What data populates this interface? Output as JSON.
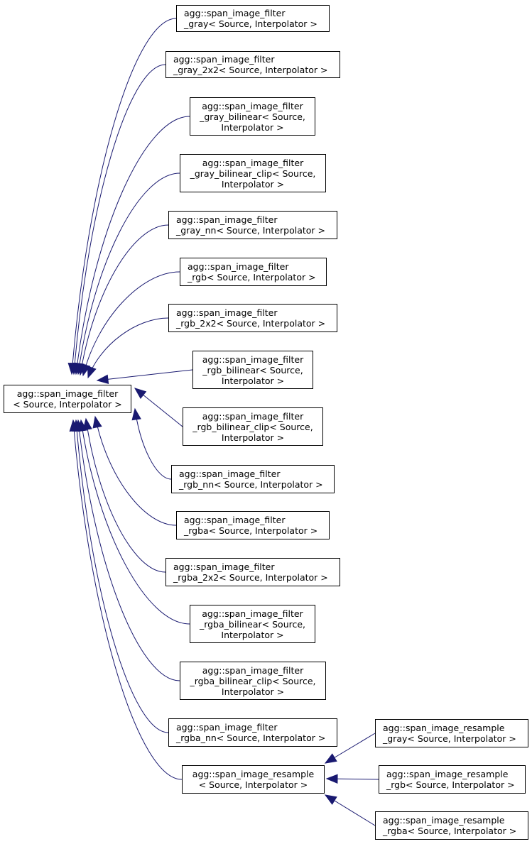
{
  "diagram": {
    "colors": {
      "edge": "#191970",
      "border": "#000000",
      "fill": "#ffffff"
    },
    "nodes": [
      {
        "id": "base",
        "lines": [
          "agg::span_image_filter",
          "< Source, Interpolator >"
        ]
      },
      {
        "id": "gray",
        "lines": [
          "agg::span_image_filter",
          "_gray< Source, Interpolator >"
        ]
      },
      {
        "id": "gray_2x2",
        "lines": [
          "agg::span_image_filter",
          "_gray_2x2< Source, Interpolator >"
        ]
      },
      {
        "id": "gray_bil",
        "lines": [
          "agg::span_image_filter",
          "_gray_bilinear< Source,",
          "Interpolator >"
        ]
      },
      {
        "id": "gray_bilc",
        "lines": [
          "agg::span_image_filter",
          "_gray_bilinear_clip< Source,",
          "Interpolator >"
        ]
      },
      {
        "id": "gray_nn",
        "lines": [
          "agg::span_image_filter",
          "_gray_nn< Source, Interpolator >"
        ]
      },
      {
        "id": "rgb",
        "lines": [
          "agg::span_image_filter",
          "_rgb< Source, Interpolator >"
        ]
      },
      {
        "id": "rgb_2x2",
        "lines": [
          "agg::span_image_filter",
          "_rgb_2x2< Source, Interpolator >"
        ]
      },
      {
        "id": "rgb_bil",
        "lines": [
          "agg::span_image_filter",
          "_rgb_bilinear< Source,",
          "Interpolator >"
        ]
      },
      {
        "id": "rgb_bilc",
        "lines": [
          "agg::span_image_filter",
          "_rgb_bilinear_clip< Source,",
          "Interpolator >"
        ]
      },
      {
        "id": "rgb_nn",
        "lines": [
          "agg::span_image_filter",
          "_rgb_nn< Source, Interpolator >"
        ]
      },
      {
        "id": "rgba",
        "lines": [
          "agg::span_image_filter",
          "_rgba< Source, Interpolator >"
        ]
      },
      {
        "id": "rgba_2x2",
        "lines": [
          "agg::span_image_filter",
          "_rgba_2x2< Source, Interpolator >"
        ]
      },
      {
        "id": "rgba_bil",
        "lines": [
          "agg::span_image_filter",
          "_rgba_bilinear< Source,",
          "Interpolator >"
        ]
      },
      {
        "id": "rgba_bilc",
        "lines": [
          "agg::span_image_filter",
          "_rgba_bilinear_clip< Source,",
          "Interpolator >"
        ]
      },
      {
        "id": "rgba_nn",
        "lines": [
          "agg::span_image_filter",
          "_rgba_nn< Source, Interpolator >"
        ]
      },
      {
        "id": "resample",
        "lines": [
          "agg::span_image_resample",
          "< Source, Interpolator >"
        ]
      },
      {
        "id": "res_gray",
        "lines": [
          "agg::span_image_resample",
          "_gray< Source, Interpolator >"
        ]
      },
      {
        "id": "res_rgb",
        "lines": [
          "agg::span_image_resample",
          "_rgb< Source, Interpolator >"
        ]
      },
      {
        "id": "res_rgba",
        "lines": [
          "agg::span_image_resample",
          "_rgba< Source, Interpolator >"
        ]
      }
    ],
    "edges": [
      {
        "from": "gray",
        "to": "base"
      },
      {
        "from": "gray_2x2",
        "to": "base"
      },
      {
        "from": "gray_bil",
        "to": "base"
      },
      {
        "from": "gray_bilc",
        "to": "base"
      },
      {
        "from": "gray_nn",
        "to": "base"
      },
      {
        "from": "rgb",
        "to": "base"
      },
      {
        "from": "rgb_2x2",
        "to": "base"
      },
      {
        "from": "rgb_bil",
        "to": "base"
      },
      {
        "from": "rgb_bilc",
        "to": "base"
      },
      {
        "from": "rgb_nn",
        "to": "base"
      },
      {
        "from": "rgba",
        "to": "base"
      },
      {
        "from": "rgba_2x2",
        "to": "base"
      },
      {
        "from": "rgba_bil",
        "to": "base"
      },
      {
        "from": "rgba_bilc",
        "to": "base"
      },
      {
        "from": "rgba_nn",
        "to": "base"
      },
      {
        "from": "resample",
        "to": "base"
      },
      {
        "from": "res_gray",
        "to": "resample"
      },
      {
        "from": "res_rgb",
        "to": "resample"
      },
      {
        "from": "res_rgba",
        "to": "resample"
      }
    ]
  }
}
